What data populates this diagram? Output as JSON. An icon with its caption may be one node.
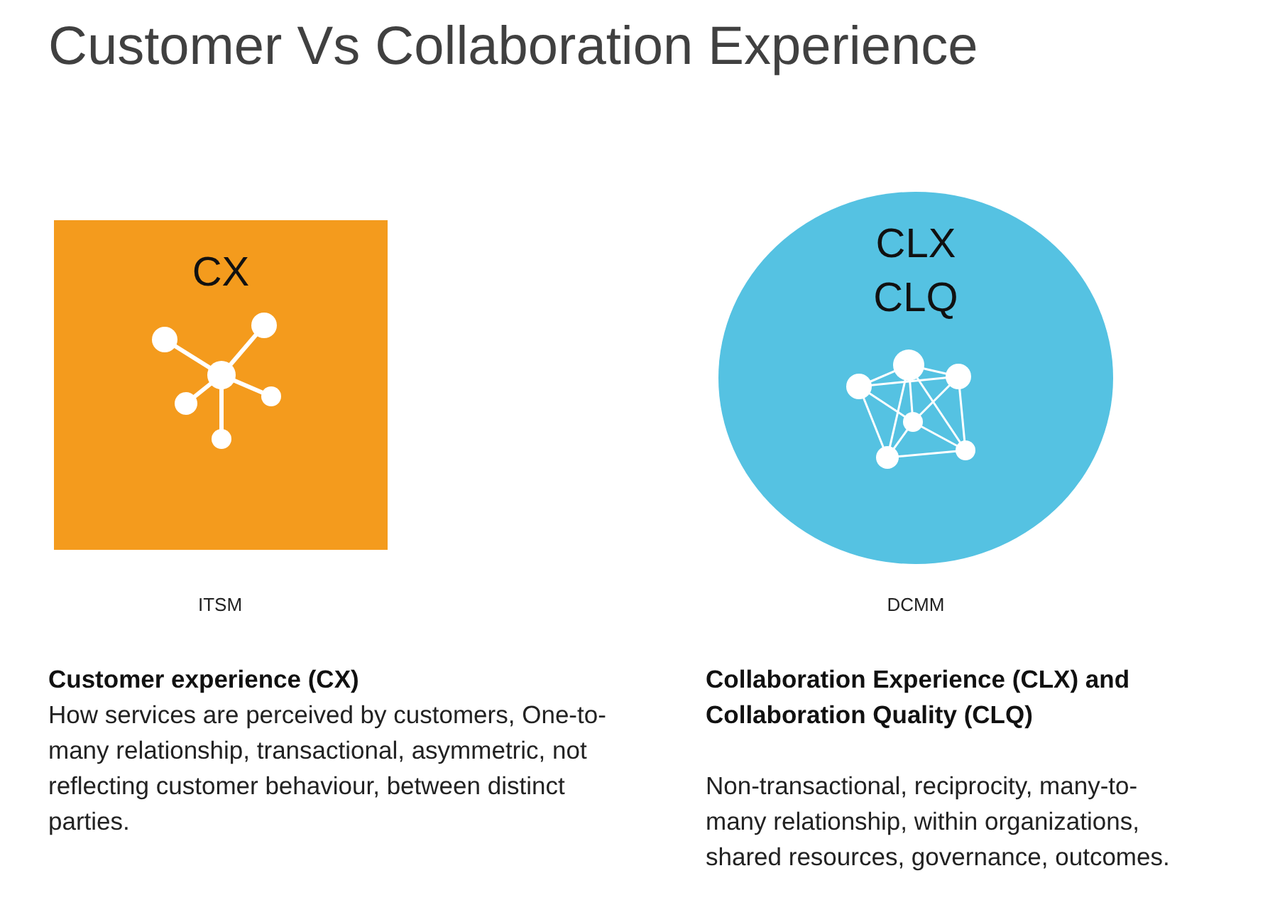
{
  "diagram": {
    "title": "Customer Vs Collaboration Experience",
    "nodes": [
      {
        "text": [
          "CX"
        ],
        "beside": [
          "ITSM"
        ]
      },
      {
        "text": [
          "CLX",
          "CLQ"
        ],
        "beside": [
          "DCMM"
        ]
      }
    ],
    "edges": [],
    "labels": [
      "Customer experience (CX)",
      "How services are perceived by customers, One-to-many relationship, transactional, asymmetric, not reflecting customer behaviour, between distinct parties.",
      "Collaboration Experience (CLX) and Collaboration Quality (CLQ)",
      "Non-transactional, reciprocity, many-to-many relationship, within organizations, shared resources, governance, outcomes."
    ]
  }
}
